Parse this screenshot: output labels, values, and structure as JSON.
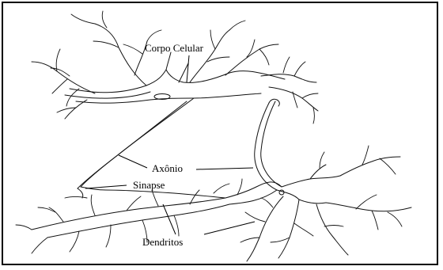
{
  "diagram": {
    "labels": {
      "cell_body": "Corpo Celular",
      "axon": "Axônio",
      "synapse": "Sinapse",
      "dendrites": "Dendritos"
    }
  }
}
